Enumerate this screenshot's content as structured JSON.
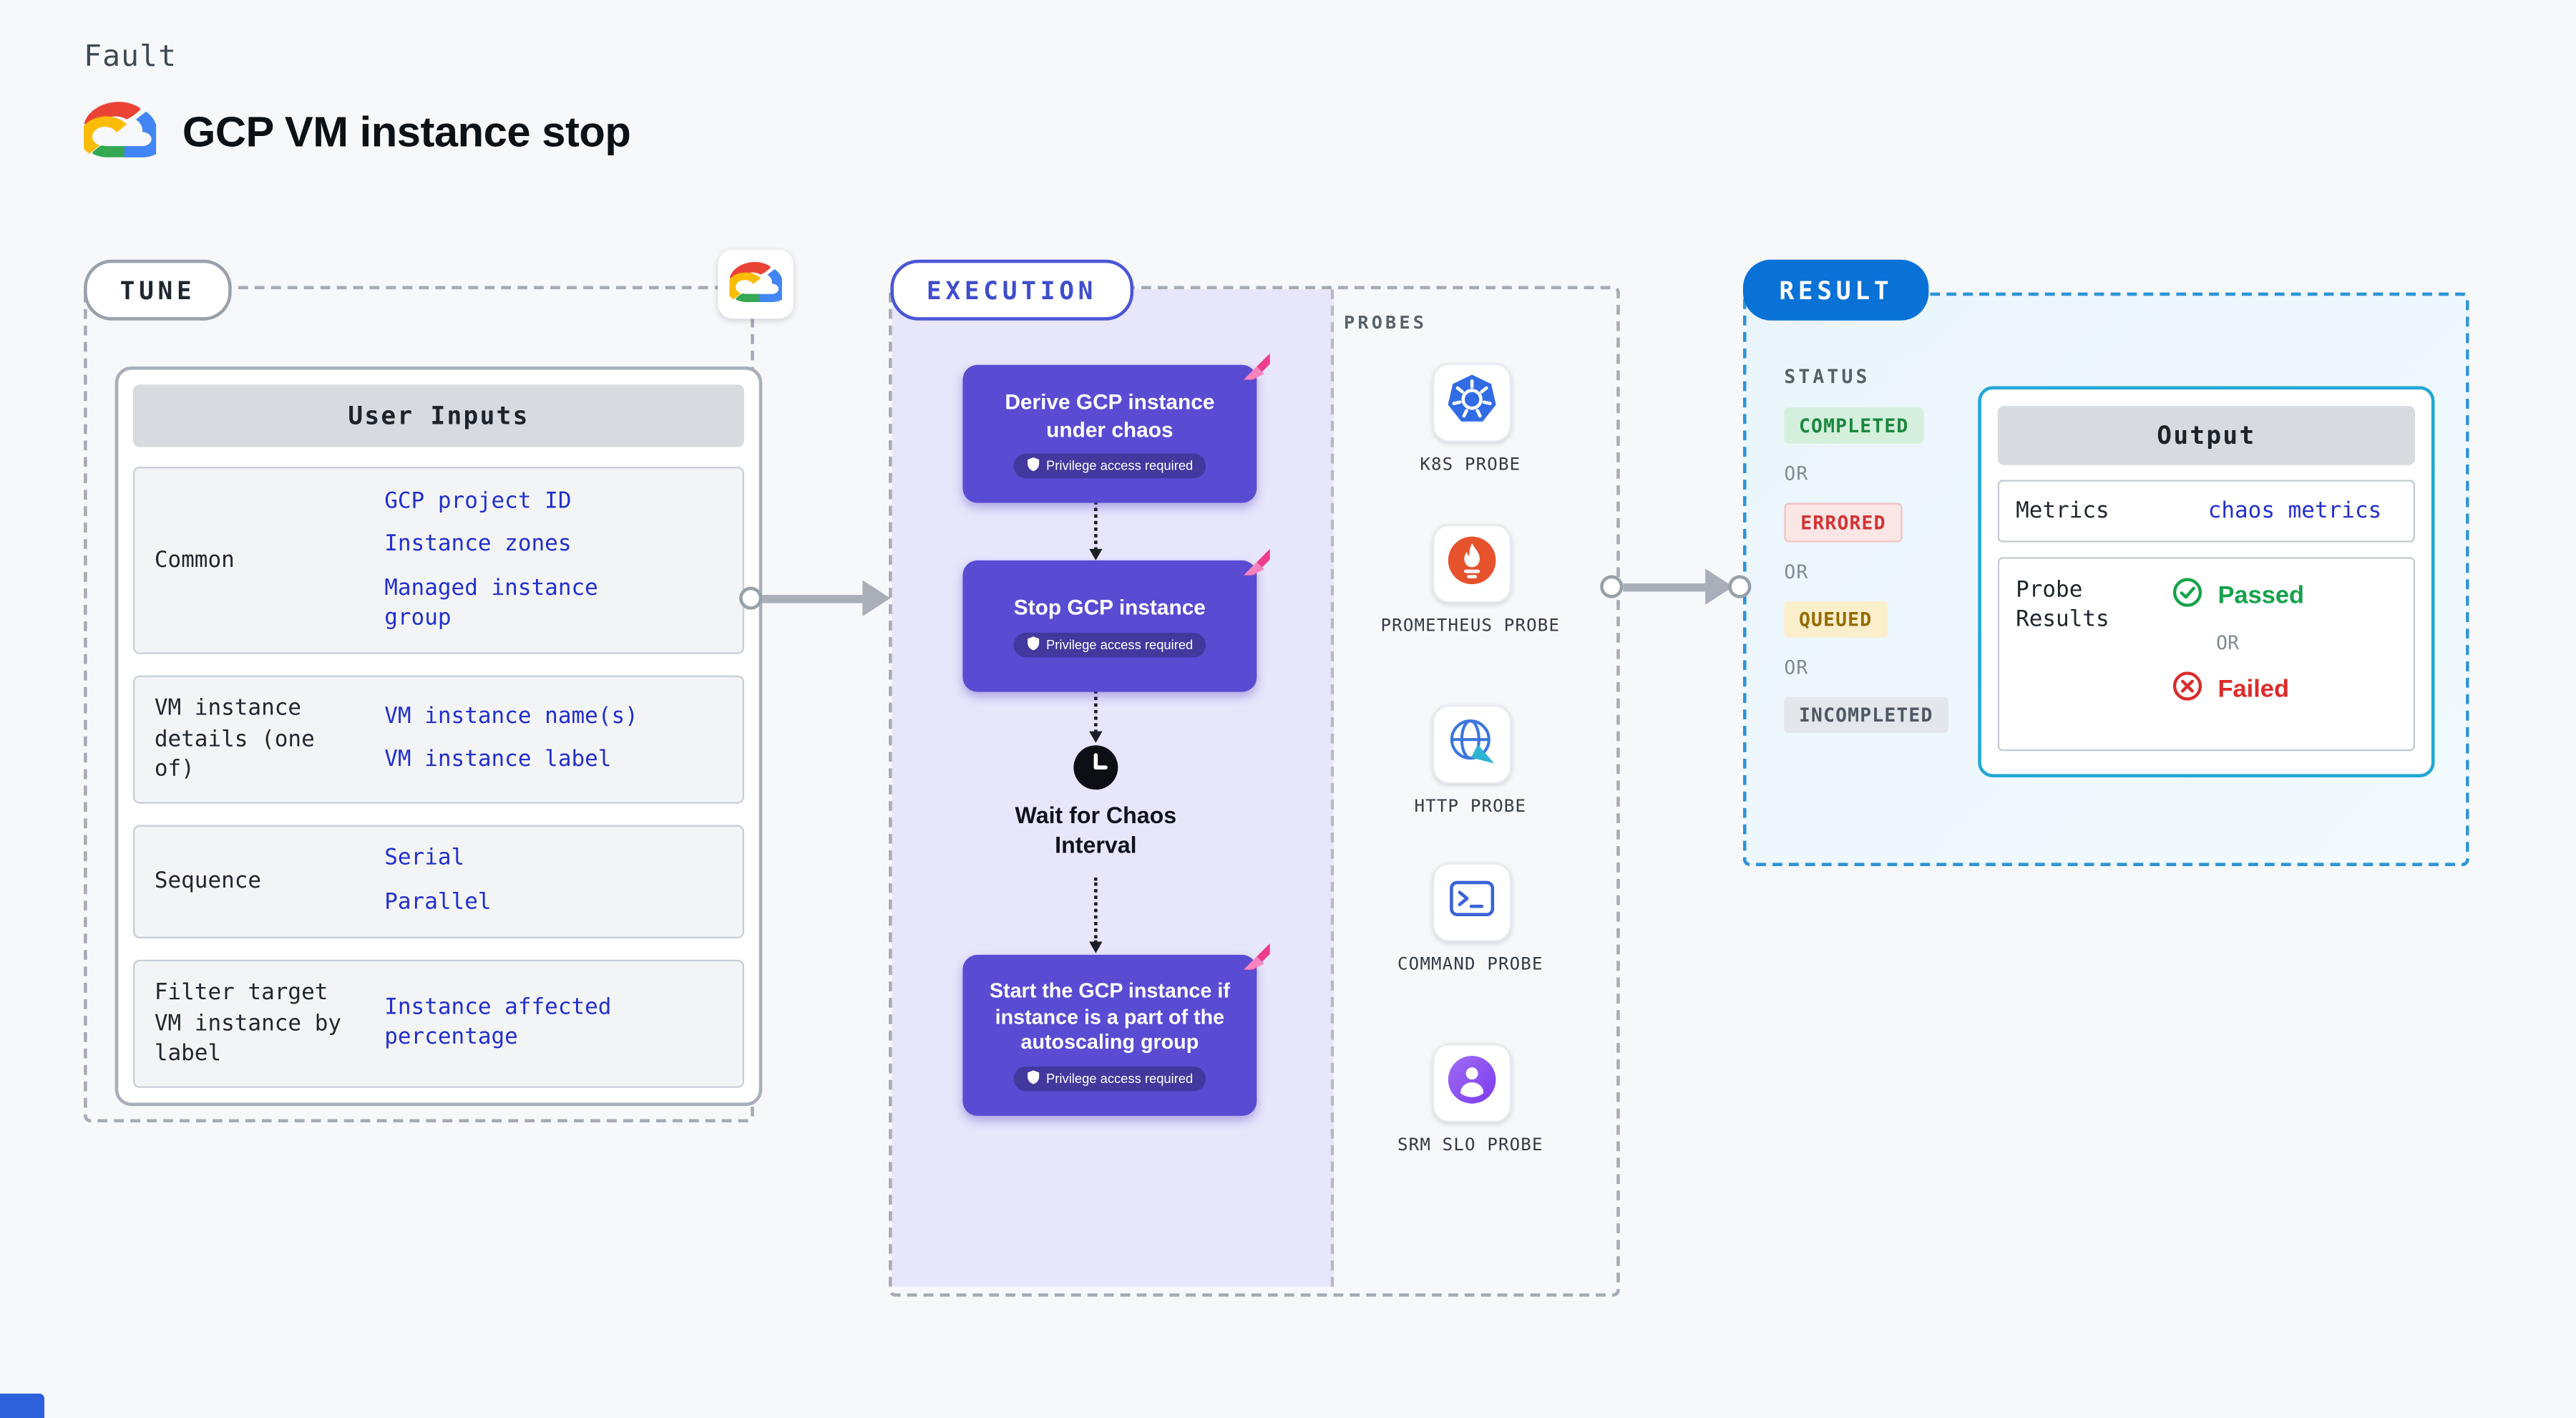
{
  "page": {
    "kicker": "Fault",
    "title": "GCP VM instance stop"
  },
  "tune": {
    "label": "TUNE",
    "table": {
      "header": "User Inputs",
      "rows": [
        {
          "label": "Common",
          "values": [
            "GCP project ID",
            "Instance zones",
            "Managed instance group"
          ]
        },
        {
          "label": "VM instance details (one of)",
          "values": [
            "VM instance name(s)",
            "VM instance label"
          ]
        },
        {
          "label": "Sequence",
          "values": [
            "Serial",
            "Parallel"
          ]
        },
        {
          "label": "Filter target VM instance by label",
          "values": [
            "Instance affected percentage"
          ]
        }
      ]
    }
  },
  "execution": {
    "label": "EXECUTION",
    "steps": [
      {
        "text": "Derive GCP instance under chaos",
        "badge": "Privilege access required"
      },
      {
        "text": "Stop GCP instance",
        "badge": "Privilege access required"
      },
      {
        "text": "Start the GCP instance if instance is a part of the autoscaling group",
        "badge": "Privilege access required"
      }
    ],
    "wait_text": "Wait for Chaos Interval"
  },
  "probes": {
    "label": "PROBES",
    "items": [
      {
        "name": "K8S PROBE",
        "icon": "kubernetes-icon"
      },
      {
        "name": "PROMETHEUS PROBE",
        "icon": "prometheus-icon"
      },
      {
        "name": "HTTP PROBE",
        "icon": "globe-icon"
      },
      {
        "name": "COMMAND PROBE",
        "icon": "terminal-icon"
      },
      {
        "name": "SRM SLO PROBE",
        "icon": "user-icon"
      }
    ]
  },
  "result": {
    "label": "RESULT",
    "status_label": "STATUS",
    "or": "OR",
    "statuses": [
      {
        "text": "COMPLETED",
        "kind": "green"
      },
      {
        "text": "ERRORED",
        "kind": "red"
      },
      {
        "text": "QUEUED",
        "kind": "yellow"
      },
      {
        "text": "INCOMPLETED",
        "kind": "gray"
      }
    ],
    "output": {
      "header": "Output",
      "metrics_label": "Metrics",
      "metrics_value": "chaos metrics",
      "probe_results_label": "Probe Results",
      "passed": "Passed",
      "or": "OR",
      "failed": "Failed"
    }
  },
  "colors": {
    "step_purple": "#594bd2",
    "execution_fill": "#e8e6fb",
    "link_blue": "#2330cc",
    "result_blue": "#0a72d6",
    "output_border": "#22a8d6",
    "completed_green": "#1b873f",
    "errored_red": "#d13434",
    "queued_yellow": "#946c00",
    "incompleted_gray": "#4f5763",
    "passed_green": "#15a24b",
    "failed_red": "#dc2a2a",
    "pink_accent": "#ee3d8f",
    "arrow_gray": "#a9aeb8"
  }
}
